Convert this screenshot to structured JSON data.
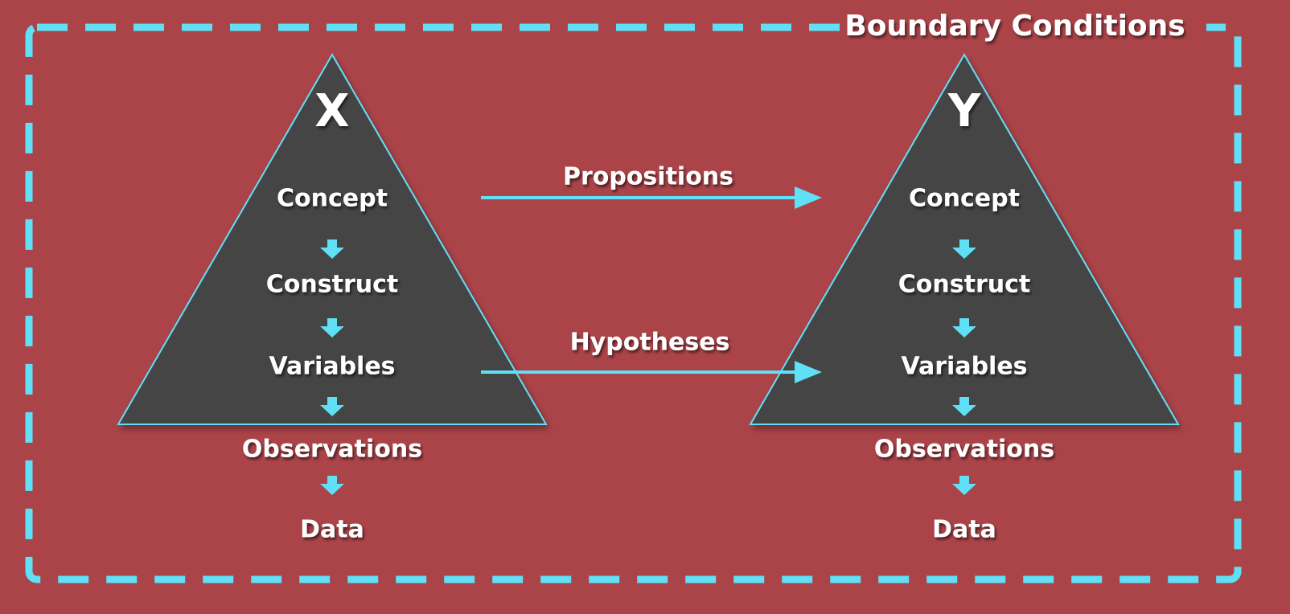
{
  "boundary": {
    "label": "Boundary Conditions"
  },
  "colors": {
    "background": "#ab4449",
    "triangle_fill": "#454545",
    "accent": "#5fe0f7",
    "text": "#ffffff"
  },
  "triangles": [
    {
      "letter": "X",
      "levels": [
        "Concept",
        "Construct",
        "Variables",
        "Observations",
        "Data"
      ]
    },
    {
      "letter": "Y",
      "levels": [
        "Concept",
        "Construct",
        "Variables",
        "Observations",
        "Data"
      ]
    }
  ],
  "links": [
    {
      "label": "Propositions",
      "from_level": "Concept",
      "to_level": "Concept"
    },
    {
      "label": "Hypotheses",
      "from_level": "Variables",
      "to_level": "Variables"
    }
  ]
}
